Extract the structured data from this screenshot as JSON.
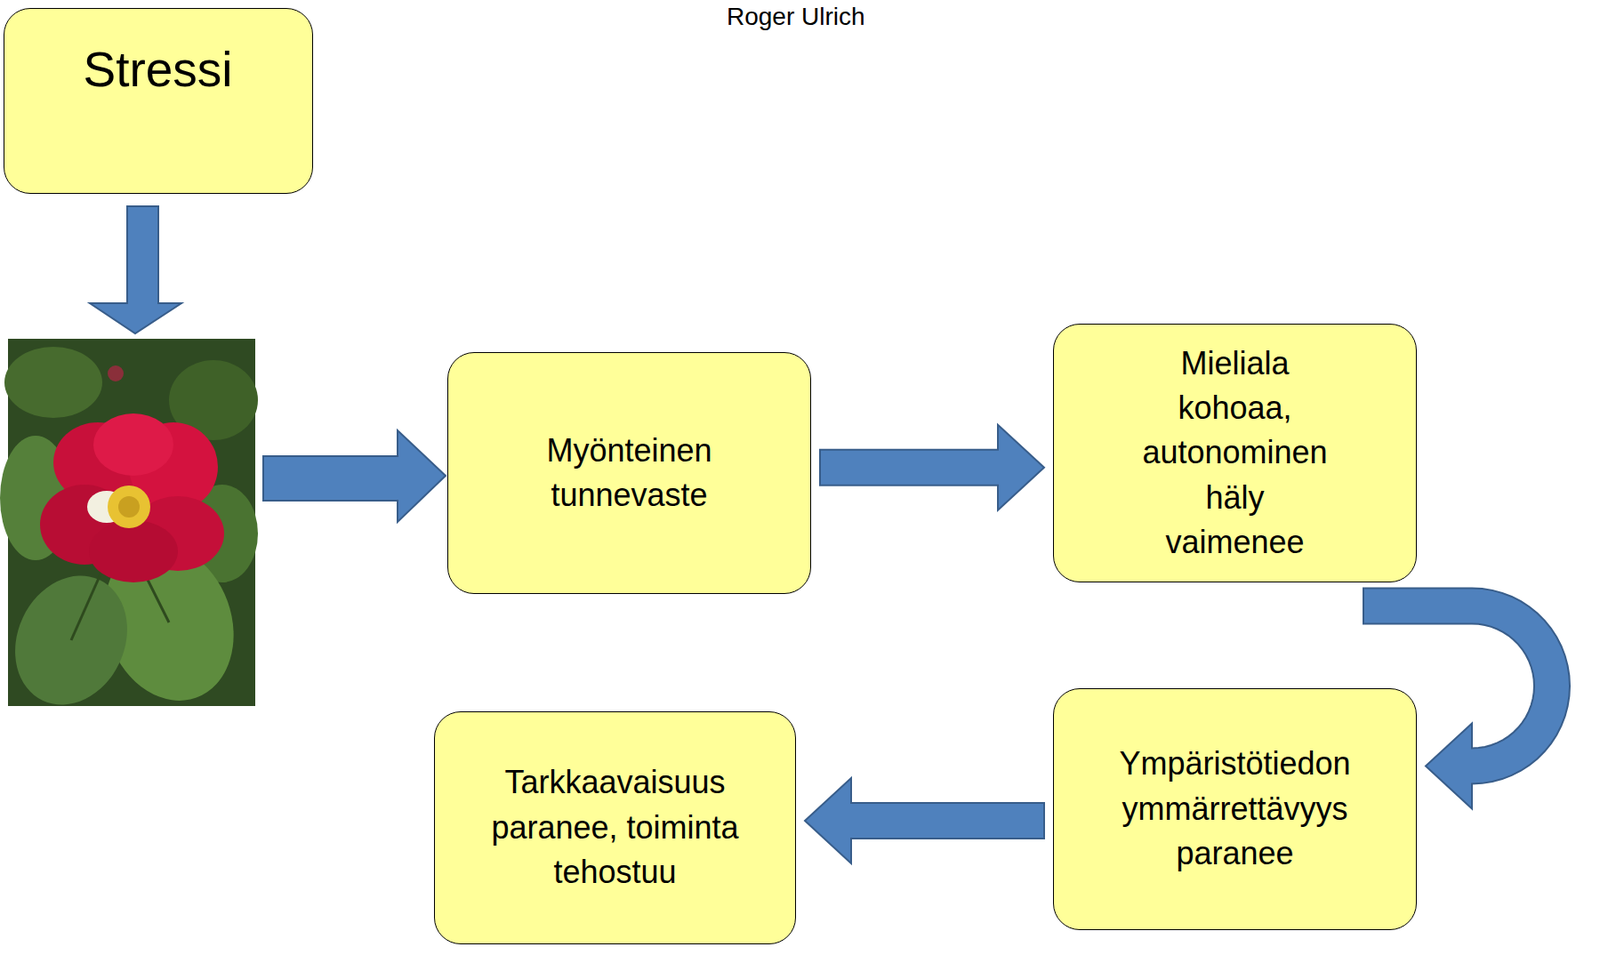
{
  "diagram": {
    "title": "Roger Ulrich",
    "nodes": [
      {
        "text": [
          "Stressi"
        ]
      },
      {
        "text": [
          "Myönteinen tunnevaste"
        ]
      },
      {
        "text": [
          "Mieliala kohoaa, autonominen häly vaimenee"
        ]
      },
      {
        "text": [
          "Ympäristötiedon ymmärrettävyys paranee"
        ]
      },
      {
        "text": [
          "Tarkkaavaisuus paranee, toiminta tehostuu"
        ]
      }
    ],
    "edges": [
      {
        "from": 1,
        "to": 2,
        "arrow": "to"
      },
      {
        "from": 2,
        "to": 3,
        "arrow": "to"
      },
      {
        "from": 3,
        "to": 4,
        "arrow": "to"
      }
    ]
  }
}
